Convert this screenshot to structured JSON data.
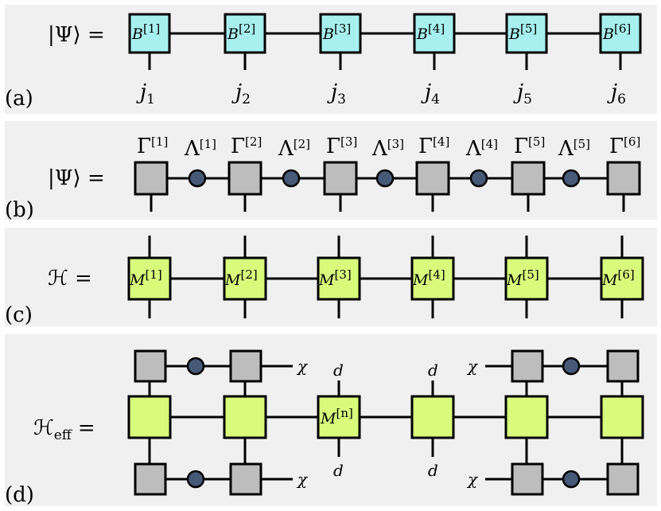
{
  "colors": {
    "b_tensor": "#a8f0f0",
    "gamma_tensor": "#bdbdbd",
    "m_tensor": "#d8fb7c",
    "lambda": "#465a78",
    "panel": "#f0f0f0"
  },
  "panel_a": {
    "label": "(a)",
    "lhs": "|Ψ⟩ =",
    "tensors": [
      {
        "base": "B",
        "sup": "[1]"
      },
      {
        "base": "B",
        "sup": "[2]"
      },
      {
        "base": "B",
        "sup": "[3]"
      },
      {
        "base": "B",
        "sup": "[4]"
      },
      {
        "base": "B",
        "sup": "[5]"
      },
      {
        "base": "B",
        "sup": "[6]"
      }
    ],
    "indices": [
      {
        "base": "j",
        "sub": "1"
      },
      {
        "base": "j",
        "sub": "2"
      },
      {
        "base": "j",
        "sub": "3"
      },
      {
        "base": "j",
        "sub": "4"
      },
      {
        "base": "j",
        "sub": "5"
      },
      {
        "base": "j",
        "sub": "6"
      }
    ]
  },
  "panel_b": {
    "label": "(b)",
    "lhs": "|Ψ⟩ =",
    "gammas": [
      {
        "base": "Γ",
        "sup": "[1]"
      },
      {
        "base": "Γ",
        "sup": "[2]"
      },
      {
        "base": "Γ",
        "sup": "[3]"
      },
      {
        "base": "Γ",
        "sup": "[4]"
      },
      {
        "base": "Γ",
        "sup": "[5]"
      },
      {
        "base": "Γ",
        "sup": "[6]"
      }
    ],
    "lambdas": [
      {
        "base": "Λ",
        "sup": "[1]"
      },
      {
        "base": "Λ",
        "sup": "[2]"
      },
      {
        "base": "Λ",
        "sup": "[3]"
      },
      {
        "base": "Λ",
        "sup": "[4]"
      },
      {
        "base": "Λ",
        "sup": "[5]"
      }
    ]
  },
  "panel_c": {
    "label": "(c)",
    "lhs": "ℋ =",
    "tensors": [
      {
        "base": "M",
        "sup": "[1]"
      },
      {
        "base": "M",
        "sup": "[2]"
      },
      {
        "base": "M",
        "sup": "[3]"
      },
      {
        "base": "M",
        "sup": "[4]"
      },
      {
        "base": "M",
        "sup": "[5]"
      },
      {
        "base": "M",
        "sup": "[6]"
      }
    ]
  },
  "panel_d": {
    "label": "(d)",
    "lhs_base": "ℋ",
    "lhs_sub": "eff",
    "lhs_eq": "=",
    "center": {
      "base": "M",
      "sup": "[n]"
    },
    "chi": "χ",
    "d": "d"
  }
}
